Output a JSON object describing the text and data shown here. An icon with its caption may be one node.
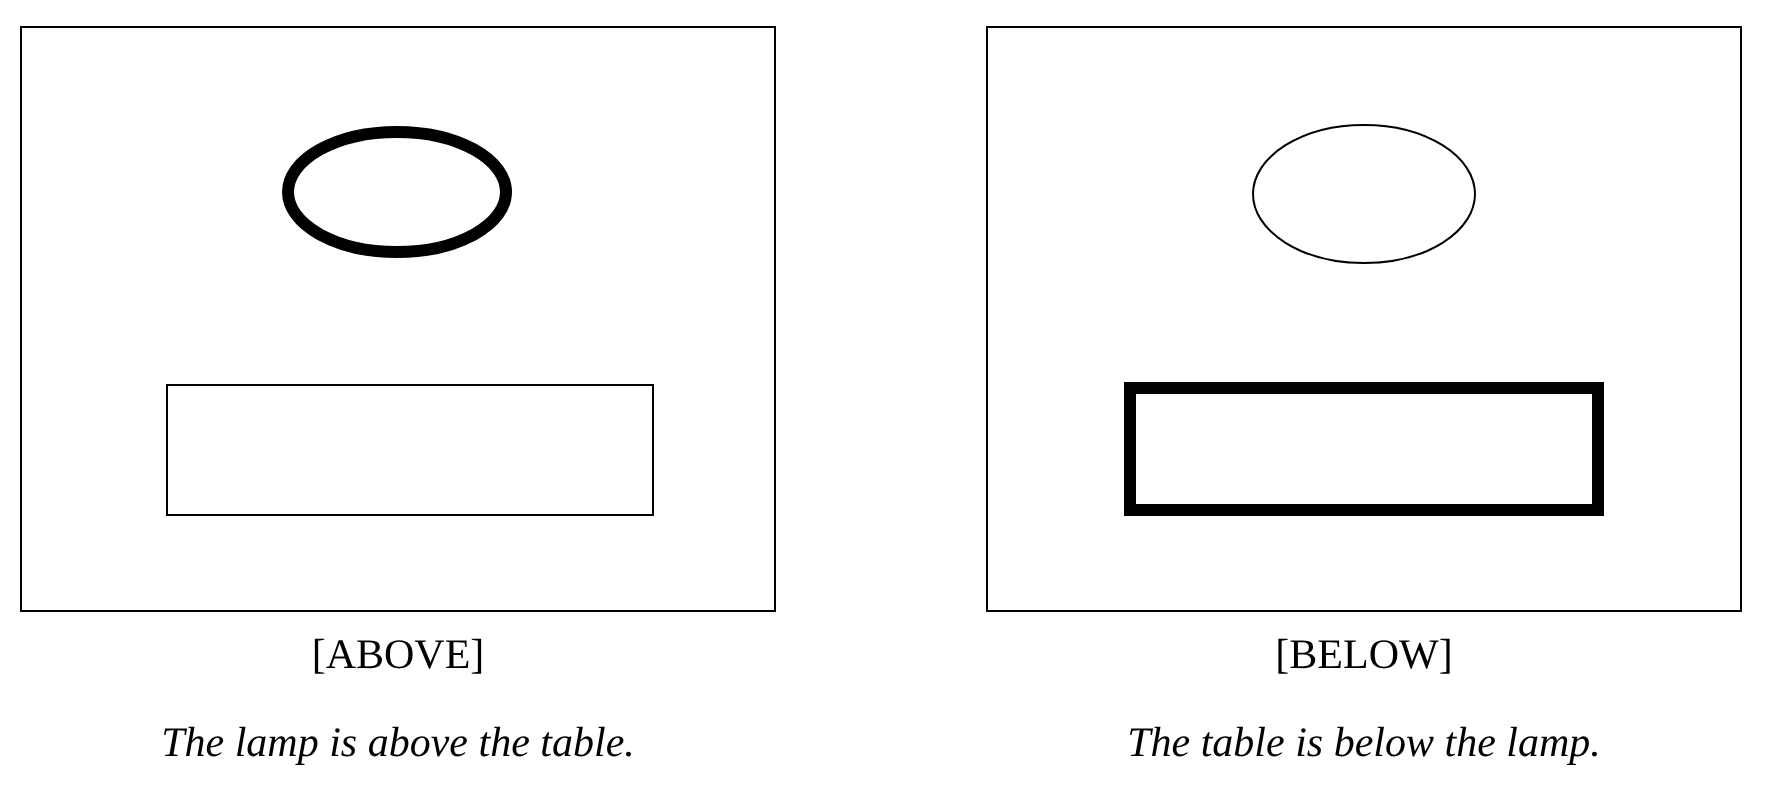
{
  "diagram": {
    "nodes": [
      {
        "text": [
          "[ABOVE]"
        ],
        "beside": [
          "The lamp is above the table."
        ]
      },
      {
        "text": [],
        "shape": "circle",
        "in": 0
      },
      {
        "text": [],
        "shape": "box",
        "in": 0
      },
      {
        "text": [
          "[BELOW]"
        ],
        "beside": [
          "The table is below the lamp."
        ]
      },
      {
        "text": [],
        "shape": "circle",
        "in": 3
      },
      {
        "text": [],
        "shape": "box",
        "in": 3
      }
    ]
  }
}
